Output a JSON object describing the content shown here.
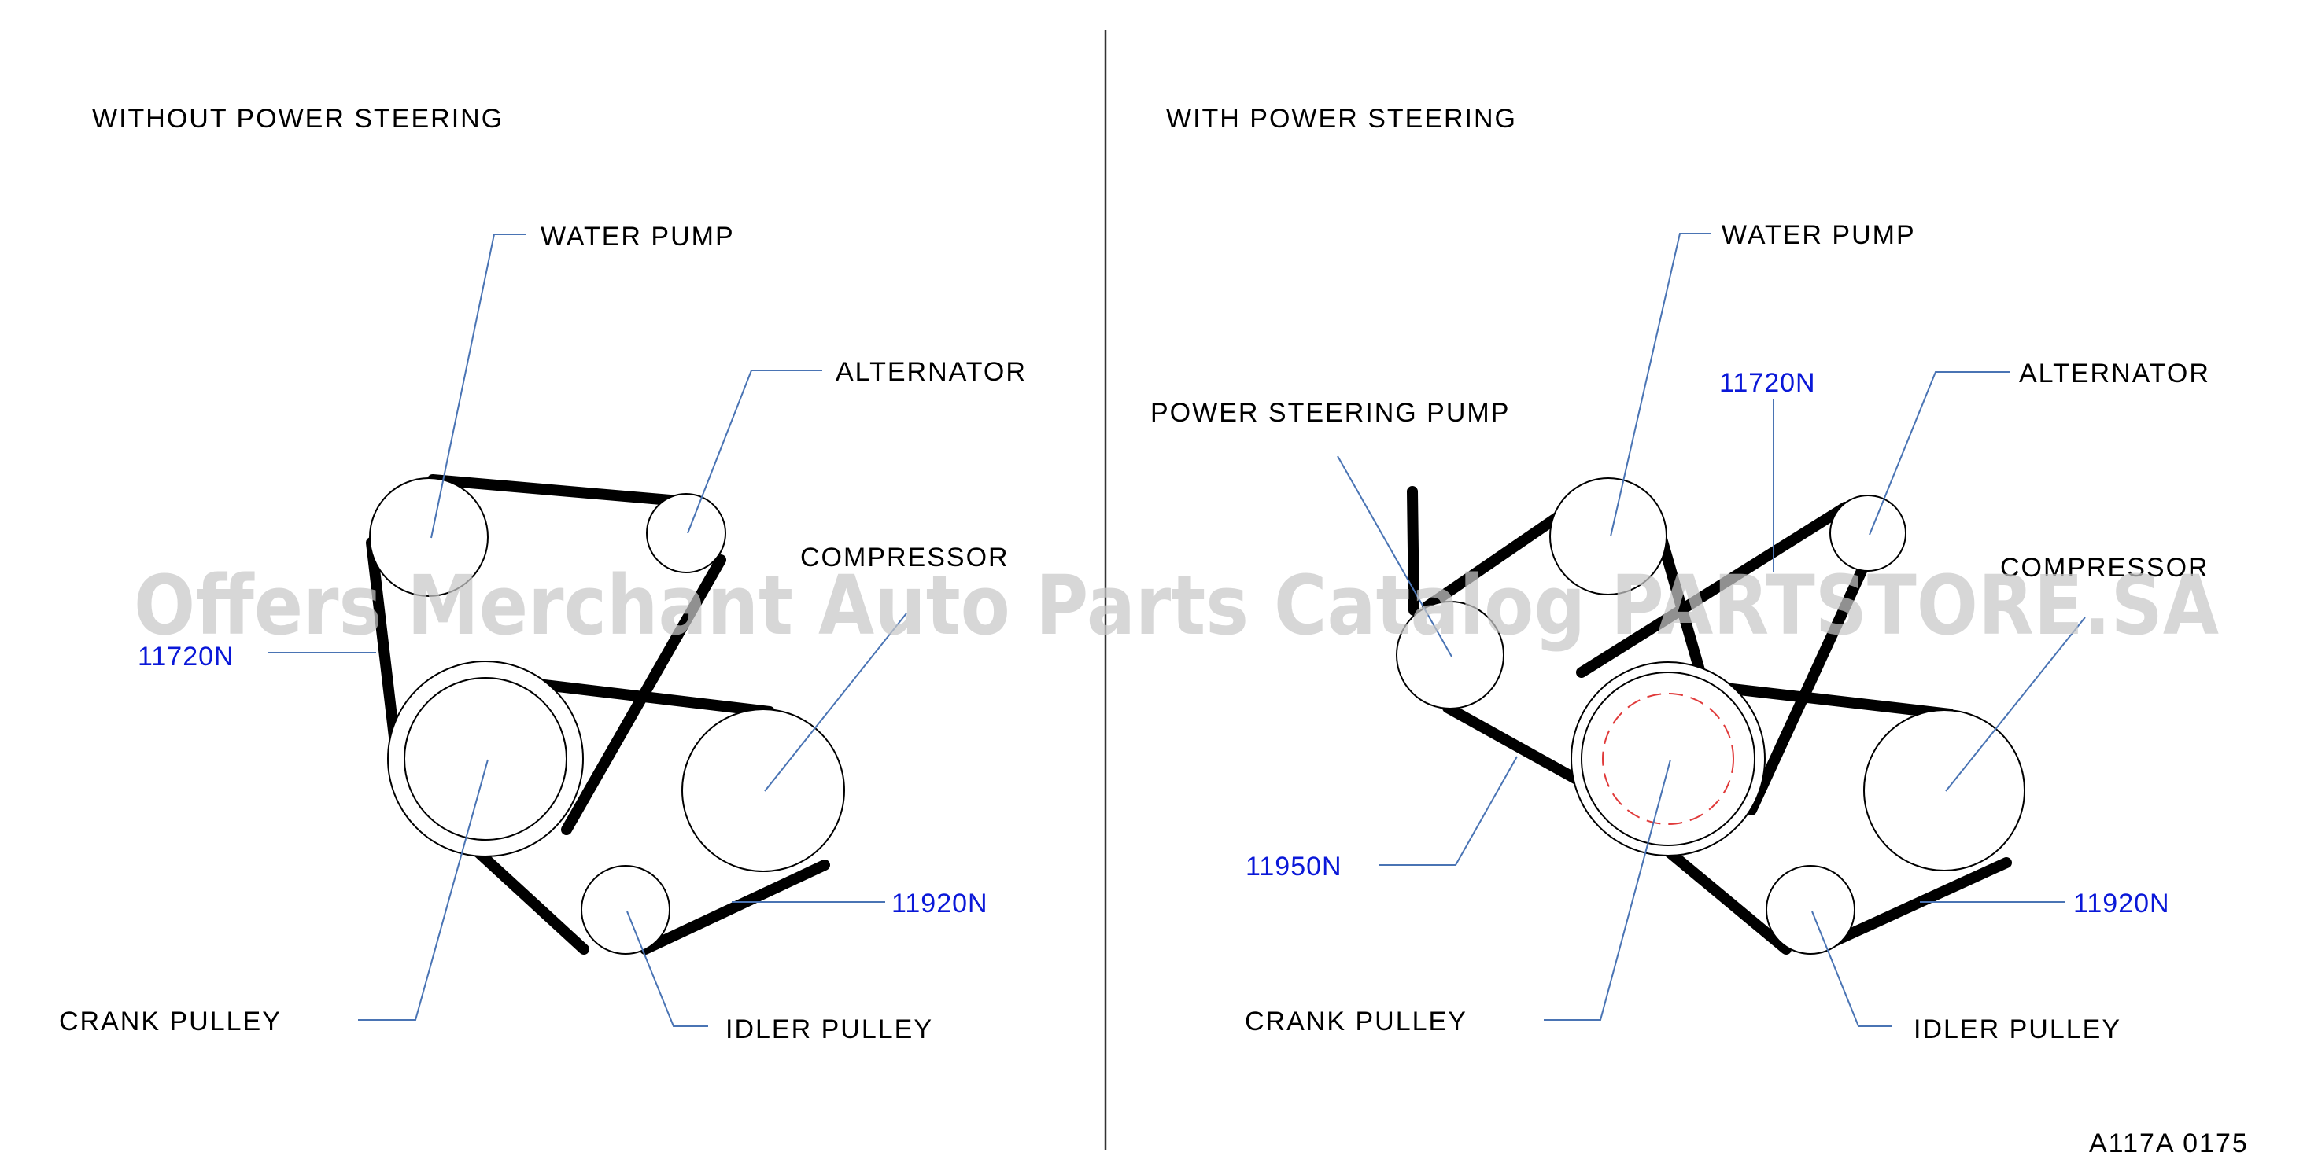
{
  "colors": {
    "part_number": "#0a18d8",
    "leader_line": "#4a74b4",
    "watermark": "#c8c8c8",
    "dashed_circle": "#e03a3a"
  },
  "left_panel": {
    "title": "WITHOUT  POWER  STEERING",
    "labels": {
      "water_pump": "WATER  PUMP",
      "alternator": "ALTERNATOR",
      "compressor": "COMPRESSOR",
      "crank_pulley": "CRANK  PULLEY",
      "idler_pulley": "IDLER  PULLEY"
    },
    "part_numbers": {
      "main_belt": "11720N",
      "compressor_belt": "11920N"
    }
  },
  "right_panel": {
    "title": "WITH  POWER  STEERING",
    "labels": {
      "water_pump": "WATER  PUMP",
      "alternator": "ALTERNATOR",
      "power_steering_pump": "POWER  STEERING  PUMP",
      "compressor": "COMPRESSOR",
      "crank_pulley": "CRANK  PULLEY",
      "idler_pulley": "IDLER  PULLEY"
    },
    "part_numbers": {
      "main_belt": "11720N",
      "power_steering_belt": "11950N",
      "compressor_belt": "11920N"
    }
  },
  "watermark": "Offers Merchant Auto Parts Catalog PARTSTORE.SA",
  "figure_code": "A117A  0175"
}
